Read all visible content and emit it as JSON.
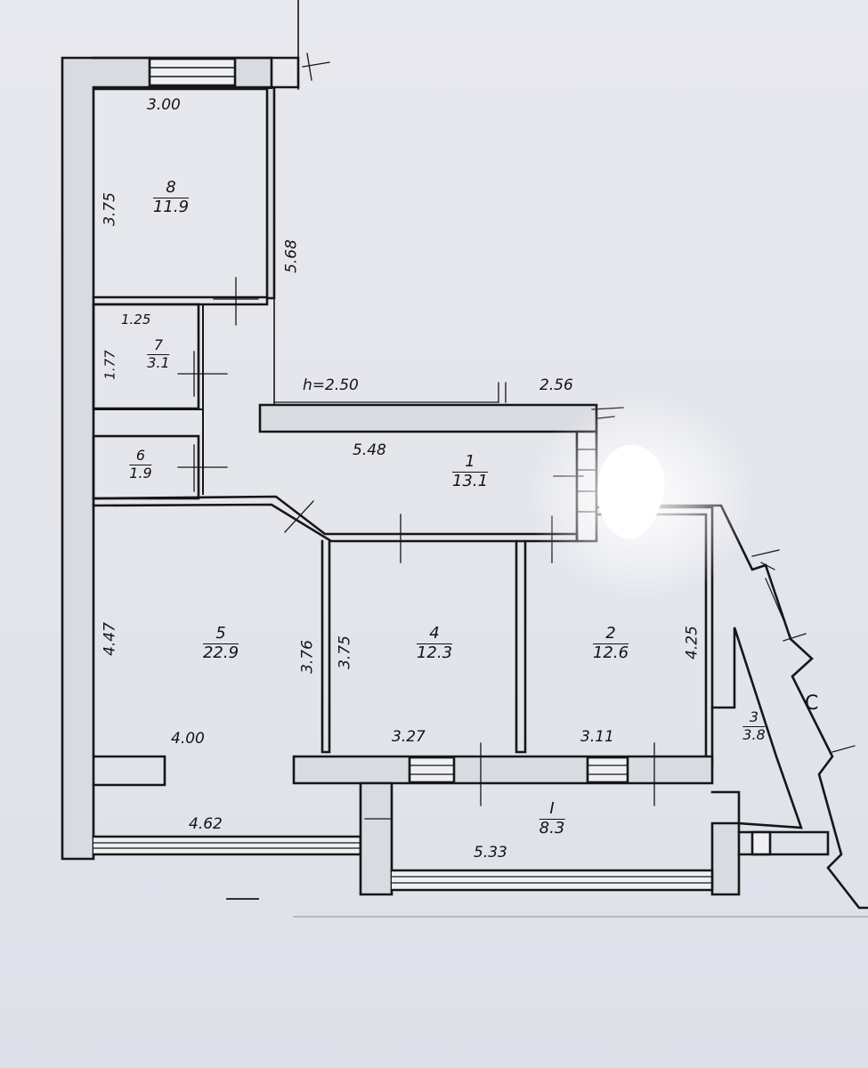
{
  "plan": {
    "height_note": "h=2.50",
    "rooms": [
      {
        "id": "r8",
        "number": "8",
        "area": "11.9"
      },
      {
        "id": "r7",
        "number": "7",
        "area": "3.1"
      },
      {
        "id": "r6",
        "number": "6",
        "area": "1.9"
      },
      {
        "id": "r1",
        "number": "1",
        "area": "13.1"
      },
      {
        "id": "r5",
        "number": "5",
        "area": "22.9"
      },
      {
        "id": "r4",
        "number": "4",
        "area": "12.3"
      },
      {
        "id": "r2",
        "number": "2",
        "area": "12.6"
      },
      {
        "id": "r3",
        "number": "3",
        "area": "3.8"
      },
      {
        "id": "rI",
        "number": "I",
        "area": "8.3"
      }
    ],
    "dimensions": {
      "d300": "3.00",
      "d375a": "3.75",
      "d568": "5.68",
      "d125": "1.25",
      "d177": "1.77",
      "d256": "2.56",
      "d548": "5.48",
      "d447": "4.47",
      "d375b": "3.76",
      "d375c": "3.75",
      "d425": "4.25",
      "d400": "4.00",
      "d327": "3.27",
      "d311": "3.11",
      "d462": "4.62",
      "d533": "5.33"
    },
    "mark_c": "C"
  }
}
